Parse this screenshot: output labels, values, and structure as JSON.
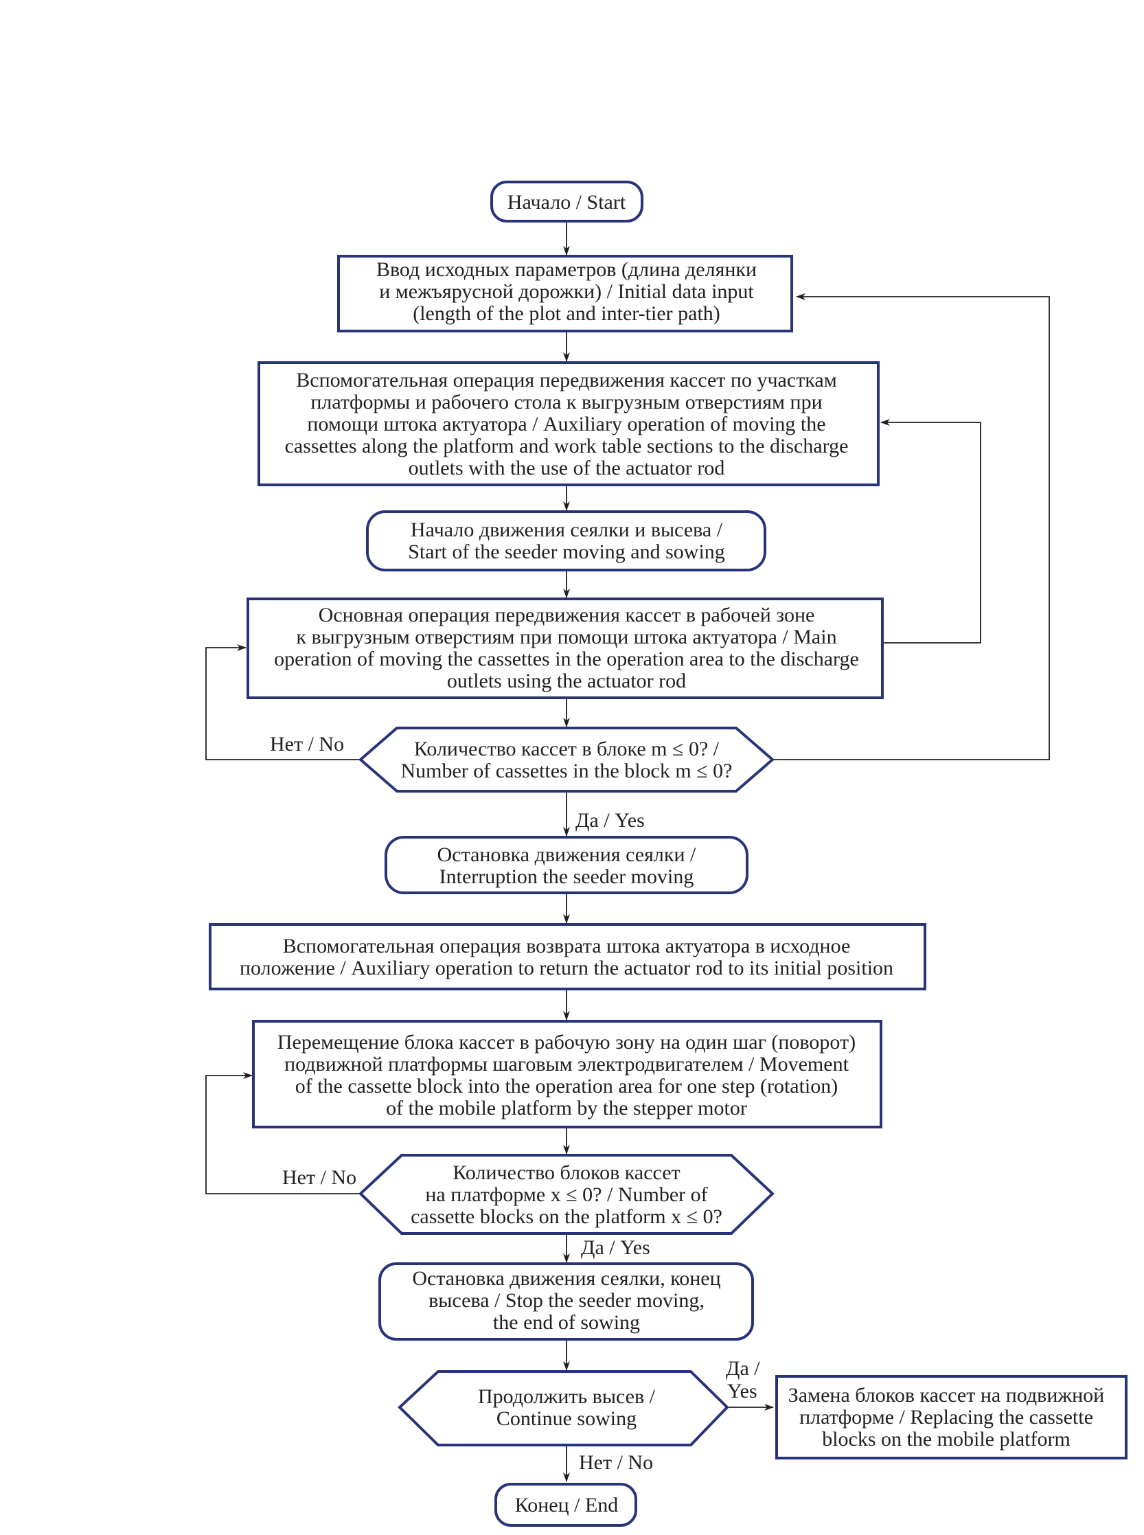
{
  "colors": {
    "shape_stroke": "#27347a",
    "line": "#231f20",
    "text": "#231f20"
  },
  "nodes": {
    "start": {
      "type": "terminal",
      "lines": [
        "Начало / Start"
      ]
    },
    "input": {
      "type": "process",
      "lines": [
        "Ввод исходных параметров (длина делянки",
        "и межъярусной дорожки) / Initial data input",
        "(length of the plot and inter-tier path)"
      ]
    },
    "aux_move": {
      "type": "process",
      "lines": [
        "Вспомогательная операция передвижения кассет по участкам",
        "платформы и рабочего стола к выгрузным отверстиям при",
        "помощи штока актуатора / Auxiliary operation of moving the",
        "cassettes along the platform and work table sections to the discharge",
        "outlets with the use of the actuator rod"
      ]
    },
    "seeder_start": {
      "type": "terminal",
      "lines": [
        "Начало движения сеялки и высева /",
        "Start of the seeder moving and sowing"
      ]
    },
    "main_move": {
      "type": "process",
      "lines": [
        "Основная операция передвижения кассет в рабочей зоне",
        "к выгрузным отверстиям при помощи штока актуатора / Main",
        "operation of moving the cassettes in the operation area to the discharge",
        "outlets using the actuator rod"
      ]
    },
    "cassette_check": {
      "type": "decision",
      "lines": [
        "Количество кассет в блоке m ≤ 0? /",
        "Number of cassettes in the block m ≤ 0?"
      ]
    },
    "interrupt": {
      "type": "terminal",
      "lines": [
        "Остановка движения сеялки /",
        "Interruption the seeder moving"
      ]
    },
    "aux_return": {
      "type": "process",
      "lines": [
        "Вспомогательная операция возврата штока актуатора в исходное",
        "положение / Auxiliary operation to return the actuator rod to its initial position"
      ]
    },
    "block_move": {
      "type": "process",
      "lines": [
        "Перемещение блока кассет в рабочую зону на один шаг (поворот)",
        "подвижной платформы шаговым электродвигателем / Movement",
        "of the cassette block into the operation area for one step (rotation)",
        "of the mobile platform by the stepper motor"
      ]
    },
    "block_check": {
      "type": "decision",
      "lines": [
        "Количество блоков кассет",
        "на платформе x ≤ 0? / Number of",
        "cassette blocks on the platform x ≤ 0?"
      ]
    },
    "stop_end": {
      "type": "terminal",
      "lines": [
        "Остановка движения сеялки, конец",
        "высева / Stop the seeder moving,",
        "the end of sowing"
      ]
    },
    "continue_q": {
      "type": "decision",
      "lines": [
        "Продолжить высев /",
        "Continue sowing"
      ]
    },
    "replace": {
      "type": "process",
      "lines": [
        "Замена блоков кассет на подвижной",
        "платформе / Replacing the cassette",
        "blocks on the mobile platform"
      ]
    },
    "end": {
      "type": "terminal",
      "lines": [
        "Конец / End"
      ]
    }
  },
  "edge_labels": {
    "no_1": "Нет / No",
    "yes_1": "Да / Yes",
    "no_2": "Нет / No",
    "yes_2": "Да / Yes",
    "yes_3_line1": "Да /",
    "yes_3_line2": "Yes",
    "no_3": "Нет / No"
  }
}
